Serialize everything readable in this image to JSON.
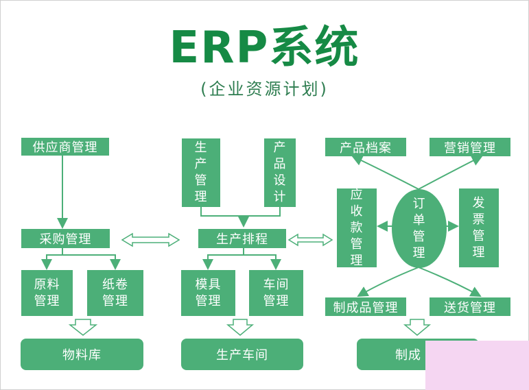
{
  "title": "ERP系统",
  "subtitle": "(企业资源计划)",
  "nodes": {
    "supplier": "供应商管理",
    "purchase": "采购管理",
    "raw_material": "原料\n管理",
    "paper_roll": "纸卷\n管理",
    "warehouse": "物料库",
    "production": "生\n产\n管\n理",
    "design": "产\n品\n设\n计",
    "scheduling": "生产排程",
    "mold": "模具\n管理",
    "workshop_mgmt": "车间\n管理",
    "workshop": "生产车间",
    "product_archive": "产品档案",
    "marketing": "营销管理",
    "receivable": "应\n收\n款\n管\n理",
    "order": "订\n单\n管\n理",
    "invoice": "发\n票\n管\n理",
    "finished_goods": "制成品管理",
    "delivery": "送货管理",
    "finished_partial": "制成"
  },
  "colors": {
    "green": "#4caf78",
    "title_green": "#168a45",
    "line": "#4caf78"
  }
}
